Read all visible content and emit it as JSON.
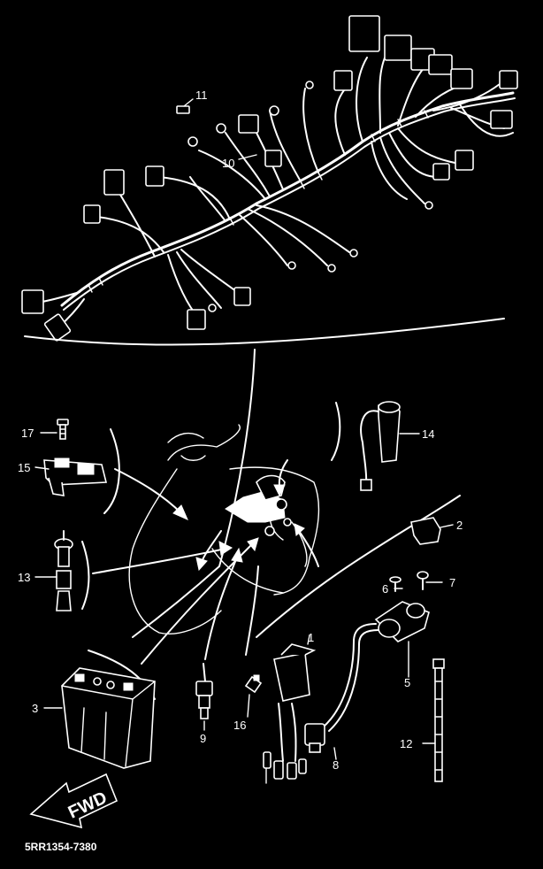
{
  "diagram": {
    "callouts": [
      {
        "id": "c1",
        "text": "1"
      },
      {
        "id": "c2",
        "text": "2"
      },
      {
        "id": "c3",
        "text": "3"
      },
      {
        "id": "c5",
        "text": "5"
      },
      {
        "id": "c6",
        "text": "6"
      },
      {
        "id": "c7",
        "text": "7"
      },
      {
        "id": "c8",
        "text": "8"
      },
      {
        "id": "c9",
        "text": "9"
      },
      {
        "id": "c10",
        "text": "10"
      },
      {
        "id": "c11",
        "text": "11"
      },
      {
        "id": "c12",
        "text": "12"
      },
      {
        "id": "c13",
        "text": "13"
      },
      {
        "id": "c14",
        "text": "14"
      },
      {
        "id": "c15",
        "text": "15"
      },
      {
        "id": "c16",
        "text": "16"
      },
      {
        "id": "c17",
        "text": "17"
      }
    ],
    "fwd_label": "FWD",
    "part_code": "5RR1354-7380",
    "colors": {
      "background": "#000000",
      "lines": "#ffffff"
    }
  }
}
